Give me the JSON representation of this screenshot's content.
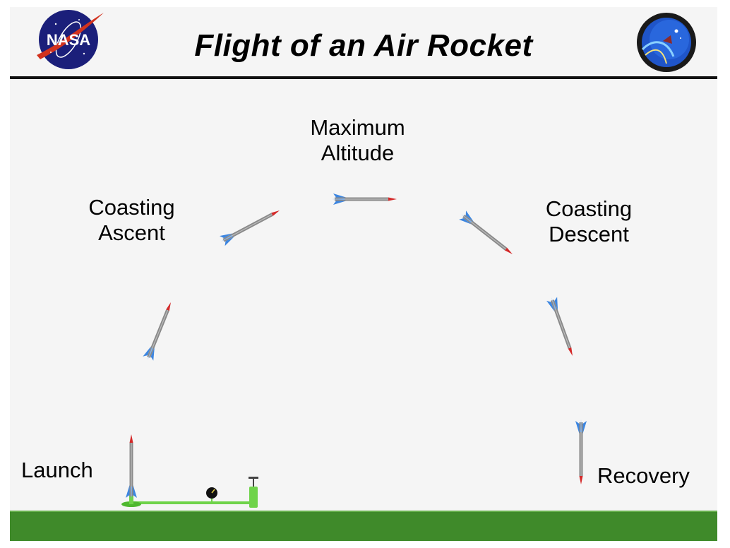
{
  "header": {
    "title": "Flight of an Air Rocket",
    "left_logo": "nasa-meatball-logo",
    "right_logo": "exploration-nasa-logo",
    "left_logo_text": "NASA"
  },
  "diagram": {
    "stages": [
      {
        "id": "launch",
        "label": "Launch"
      },
      {
        "id": "coasting-ascent",
        "label_line1": "Coasting",
        "label_line2": "Ascent"
      },
      {
        "id": "maximum-altitude",
        "label_line1": "Maximum",
        "label_line2": "Altitude"
      },
      {
        "id": "coasting-descent",
        "label_line1": "Coasting",
        "label_line2": "Descent"
      },
      {
        "id": "recovery",
        "label": "Recovery"
      }
    ],
    "equipment": [
      "launch-pad",
      "air-hose",
      "pressure-gauge",
      "air-pump"
    ]
  },
  "colors": {
    "background": "#f5f5f5",
    "ground": "#3f8a2a",
    "rocket_body": "#8a8a8a",
    "rocket_nose": "#d42a2a",
    "rocket_fins": "#3d86e0",
    "launcher_green": "#6fd34a",
    "nasa_blue": "#1b1f7a",
    "nasa_red": "#d2321e"
  }
}
